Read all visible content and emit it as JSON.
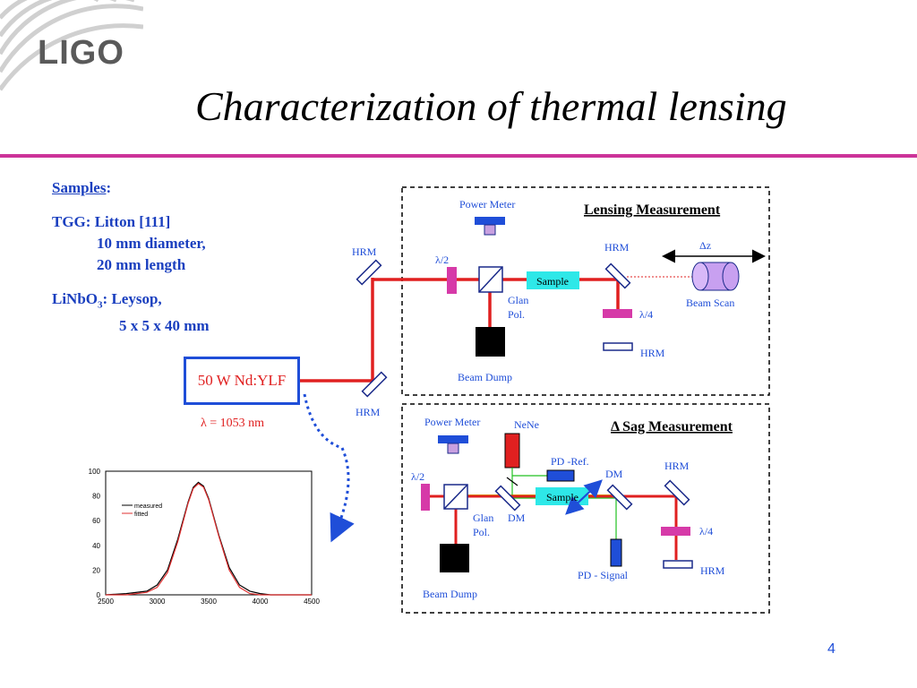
{
  "logo": "LIGO",
  "title": "Characterization of thermal lensing",
  "samples": {
    "heading": "Samples",
    "tgg_line": "TGG: Litton [111]",
    "tgg_diameter": "10 mm diameter,",
    "tgg_length": "20 mm length",
    "linbo_prefix": "LiNbO",
    "linbo_sub": "3",
    "linbo_suffix": ": Leysop,",
    "linbo_size": "5 x 5 x 40 mm"
  },
  "laser": {
    "label": "50 W Nd:YLF",
    "wavelength": "λ  = 1053 nm"
  },
  "lensing": {
    "title": "Lensing Measurement",
    "power_meter": "Power Meter",
    "hrm_left": "HRM",
    "hrm_bottom_left": "HRM",
    "half_wave": "λ/2",
    "sample": "Sample",
    "glan": "Glan",
    "pol": "Pol.",
    "beam_dump": "Beam Dump",
    "hrm_right": "HRM",
    "quarter_wave": "λ/4",
    "hrm_bottom": "HRM",
    "delta_z": "Δz",
    "beam_scan": "Beam Scan"
  },
  "sag": {
    "title": "Δ Sag Measurement",
    "power_meter": "Power Meter",
    "nene": "NeNe",
    "half_wave": "λ/2",
    "pd_ref": "PD -Ref.",
    "dm_top": "DM",
    "hrm_top": "HRM",
    "sample": "Sample",
    "glan": "Glan",
    "pol": "Pol.",
    "dm_left": "DM",
    "quarter_wave": "λ/4",
    "beam_dump": "Beam Dump",
    "pd_signal": "PD - Signal",
    "hrm_bottom": "HRM"
  },
  "chart_data": {
    "type": "line",
    "x_ticks": [
      "2500",
      "3000",
      "3500",
      "4000",
      "4500"
    ],
    "y_ticks": [
      "0",
      "20",
      "40",
      "60",
      "80",
      "100"
    ],
    "xlim": [
      2500,
      4500
    ],
    "ylim": [
      0,
      100
    ],
    "legend": [
      "measured",
      "fitted"
    ],
    "series": [
      {
        "name": "measured",
        "color": "#000000",
        "x": [
          2500,
          2700,
          2900,
          3000,
          3100,
          3200,
          3300,
          3350,
          3400,
          3450,
          3500,
          3600,
          3700,
          3800,
          3900,
          4000,
          4100,
          4300,
          4500
        ],
        "y": [
          0,
          1,
          3,
          8,
          20,
          45,
          75,
          87,
          91,
          88,
          78,
          48,
          22,
          8,
          3,
          1,
          0,
          0,
          0
        ]
      },
      {
        "name": "fitted",
        "color": "#e03030",
        "x": [
          2500,
          2700,
          2900,
          3000,
          3100,
          3200,
          3300,
          3350,
          3400,
          3450,
          3500,
          3600,
          3700,
          3800,
          3900,
          4000,
          4100,
          4300,
          4500
        ],
        "y": [
          0,
          0,
          2,
          6,
          18,
          43,
          74,
          86,
          90,
          87,
          77,
          47,
          20,
          6,
          1,
          0,
          0,
          0,
          0
        ]
      }
    ]
  },
  "slide_number": "4"
}
